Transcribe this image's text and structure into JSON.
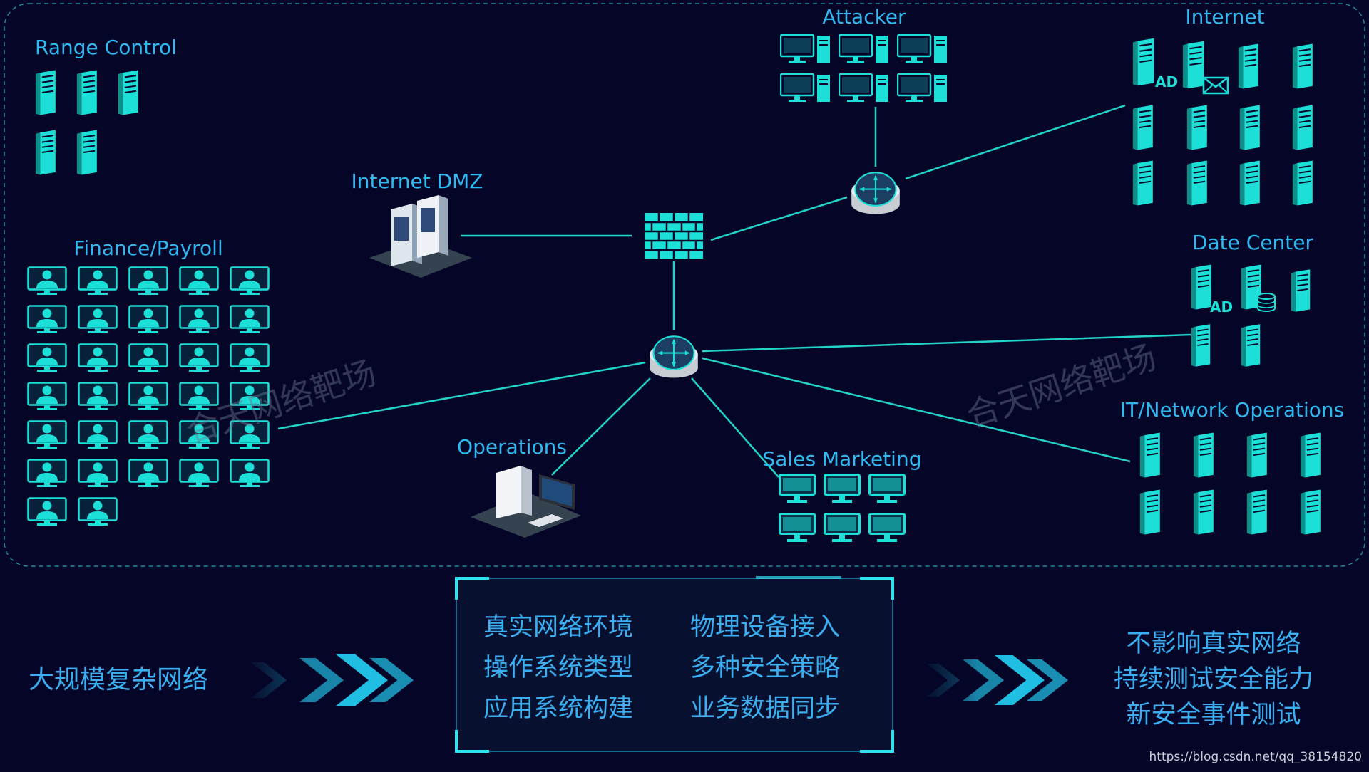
{
  "colors": {
    "background": "#050627",
    "accent": "#1ce0d8",
    "label": "#2fb9f0",
    "link": "#22d3c7",
    "text_cn": "#3aaef0",
    "border_dashed": "#1f8a9a"
  },
  "zones": {
    "range_control": "Range Control",
    "attacker": "Attacker",
    "internet": "Internet",
    "internet_dmz": "Internet DMZ",
    "finance": "Finance/Payroll",
    "data_center": "Date Center",
    "it_ops": "IT/Network Operations",
    "operations": "Operations",
    "sales": "Sales Marketing"
  },
  "badges": {
    "ad": "AD"
  },
  "watermark": "合天网络靶场",
  "bottom": {
    "left_text": "大规模复杂网络",
    "center_items": [
      "真实网络环境",
      "物理设备接入",
      "操作系统类型",
      "多种安全策略",
      "应用系统构建",
      "业务数据同步"
    ],
    "right_lines": [
      "不影响真实网络",
      "持续测试安全能力",
      "新安全事件测试"
    ],
    "credit": "https://blog.csdn.net/qq_38154820"
  },
  "icons": [
    "server-icon",
    "desktop-computer-icon",
    "user-monitor-icon",
    "router-icon",
    "firewall-icon",
    "mail-icon",
    "database-icon",
    "chevron-arrows-icon"
  ]
}
